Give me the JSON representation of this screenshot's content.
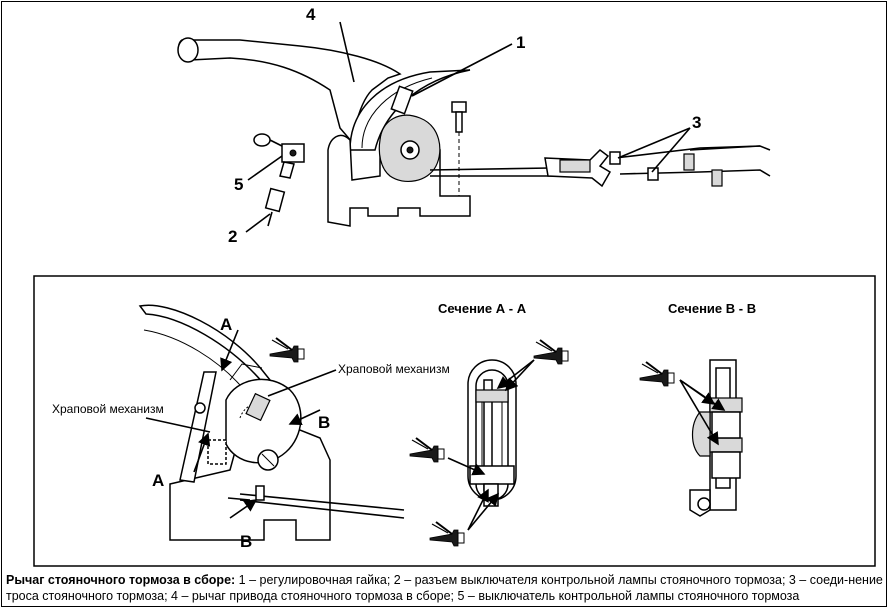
{
  "top_callouts": {
    "c1": "1",
    "c2": "2",
    "c3": "3",
    "c4": "4",
    "c5": "5"
  },
  "detail": {
    "label_a": "A",
    "label_b": "B",
    "ratchet_left": "Храповой механизм",
    "ratchet_right": "Храповой механизм"
  },
  "section_aa": {
    "title": "Сечение А - А"
  },
  "section_bb": {
    "title": "Сечение В - В"
  },
  "caption": {
    "title": "Рычаг стояночного тормоза в сборе:",
    "text": " 1 – регулировочная гайка; 2 – разъем выключателя контрольной лампы стояночного тормоза; 3 – соеди-нение троса стояночного тормоза; 4 – рычаг привода стояночного тормоза в сборе; 5 – выключатель контрольной лампы стояночного тормоза"
  },
  "icons": [
    "grease-gun-icon"
  ]
}
